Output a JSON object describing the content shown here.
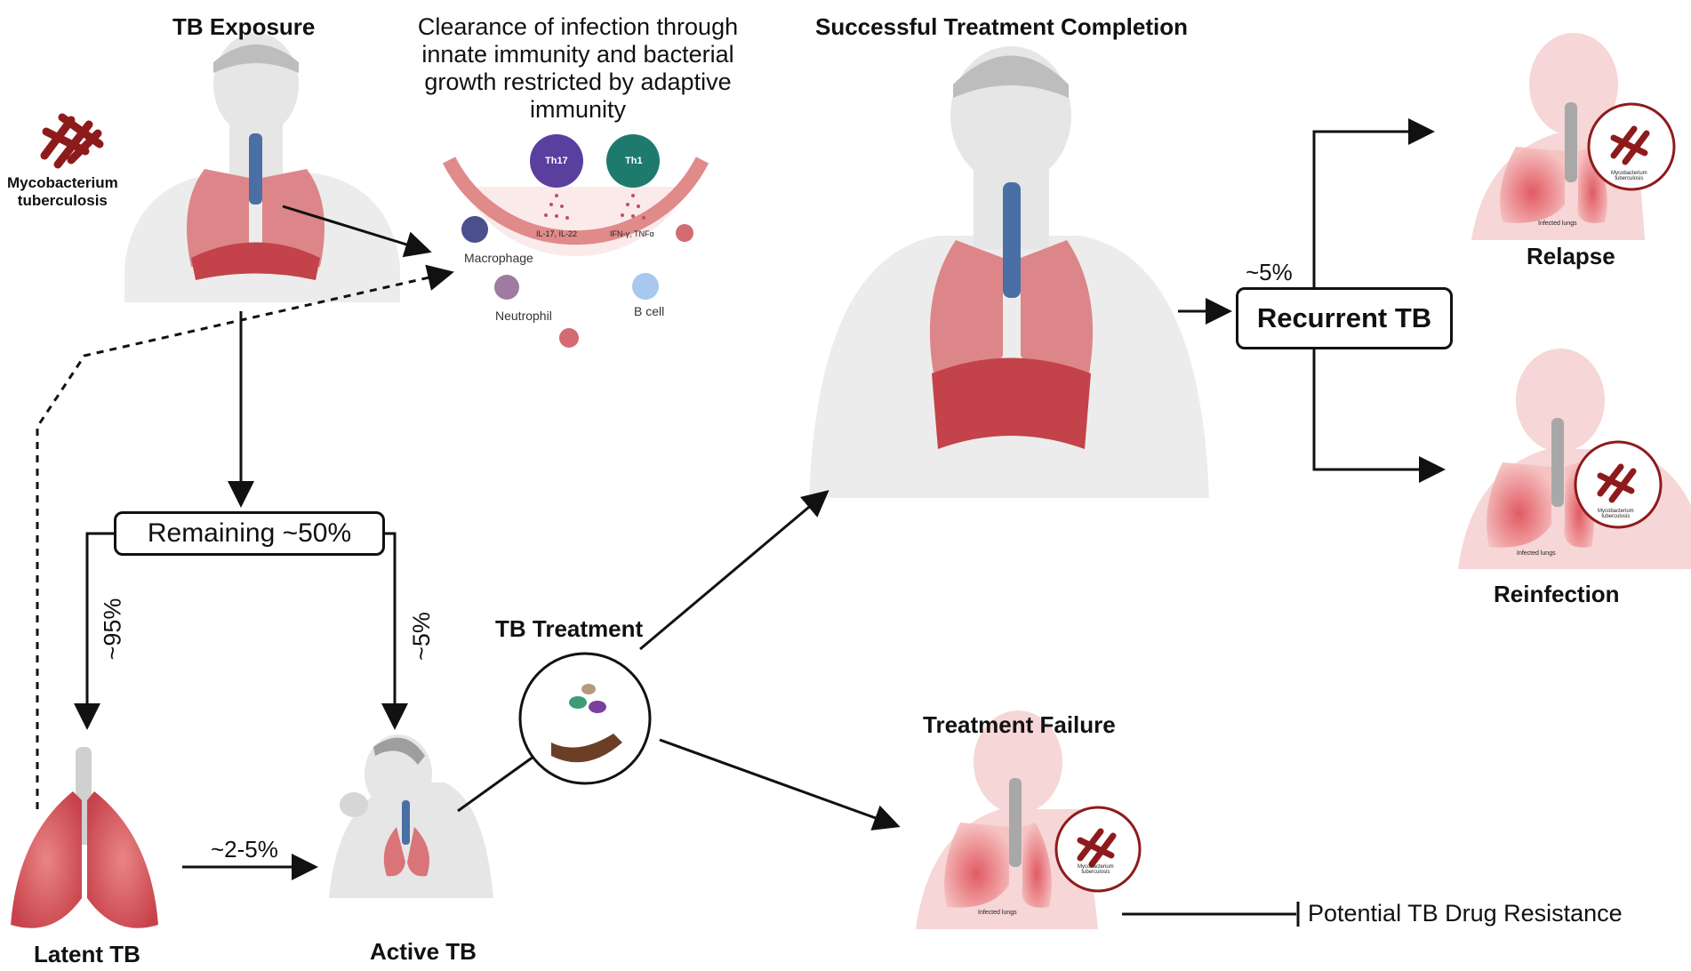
{
  "labels": {
    "tb_exposure": "TB Exposure",
    "mycobacterium": [
      "Mycobacterium",
      "tuberculosis"
    ],
    "clearance": [
      "Clearance of infection through",
      "innate immunity and bacterial",
      "growth restricted by adaptive",
      "immunity"
    ],
    "successful_completion": "Successful Treatment Completion",
    "relapse": "Relapse",
    "reinfection": "Reinfection",
    "recurrent_tb": "Recurrent TB",
    "remaining": "Remaining ~50%",
    "tb_treatment": "TB Treatment",
    "treatment_failure": "Treatment Failure",
    "latent_tb": "Latent TB",
    "active_tb": "Active TB",
    "drug_resistance": "Potential TB Drug Resistance"
  },
  "percentages": {
    "recurrent": "~5%",
    "to_latent": "~95%",
    "to_active": "~5%",
    "latent_to_active": "~2-5%"
  },
  "immune_cells": {
    "th17": "Th17",
    "th1": "Th1",
    "th17_cytokines": "IL-17, IL-22",
    "th1_cytokines": "IFN-γ, TNFα",
    "macrophage": "Macrophage",
    "neutrophil": "Neutrophil",
    "b_cell": "B cell"
  },
  "inset_text": {
    "infected_lungs": "Infected lungs",
    "myco_small": [
      "Mycobacterium",
      "tuberculosis"
    ]
  },
  "colors": {
    "lung": "#d9535a",
    "lung_light": "#f2b8b8",
    "trachea": "#4a6fa5",
    "bacteria": "#8e1b1b",
    "th17": "#5a3f9e",
    "th1": "#1f7a6e",
    "body": "#e8e8e8"
  }
}
